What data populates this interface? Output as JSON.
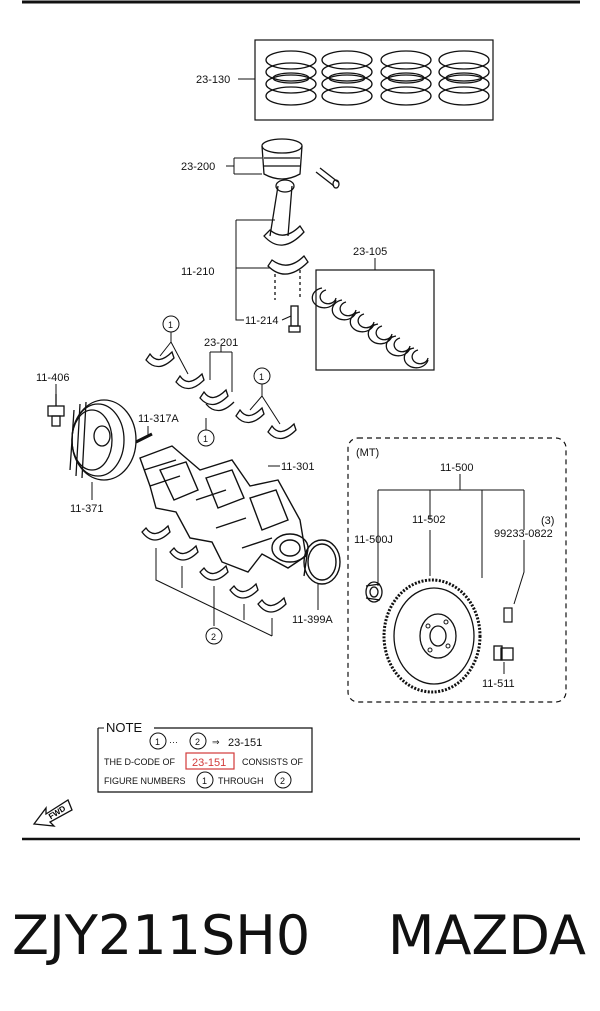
{
  "callouts": {
    "c_23_130": "23-130",
    "c_23_200": "23-200",
    "c_11_210": "11-210",
    "c_11_214": "11-214",
    "c_23_105": "23-105",
    "c_23_201": "23-201",
    "c_11_406": "11-406",
    "c_11_317a": "11-317A",
    "c_11_301": "11-301",
    "c_11_371": "11-371",
    "c_11_500j": "11-500J",
    "c_11_500": "11-500",
    "c_11_502": "11-502",
    "c_99233": "99233-0822",
    "c_qty3": "(3)",
    "c_11_399a": "11-399A",
    "c_11_511": "11-511",
    "mt": "(MT)"
  },
  "circles": {
    "one": "1",
    "two": "2"
  },
  "note": {
    "heading": "NOTE",
    "line1_code": "23-151",
    "line1_arrow": "⇒",
    "line1_dots": "···",
    "line2_pre": "THE D-CODE OF",
    "line2_code": "23-151",
    "line2_post": "CONSISTS OF",
    "line3_pre": "FIGURE NUMBERS",
    "line3_mid": "THROUGH"
  },
  "fwd": "FWD",
  "caption": {
    "part_number": "ZJY211SH0",
    "brand": "MAZDA"
  },
  "colors": {
    "highlight": "#d23a3a",
    "ink": "#111111"
  }
}
